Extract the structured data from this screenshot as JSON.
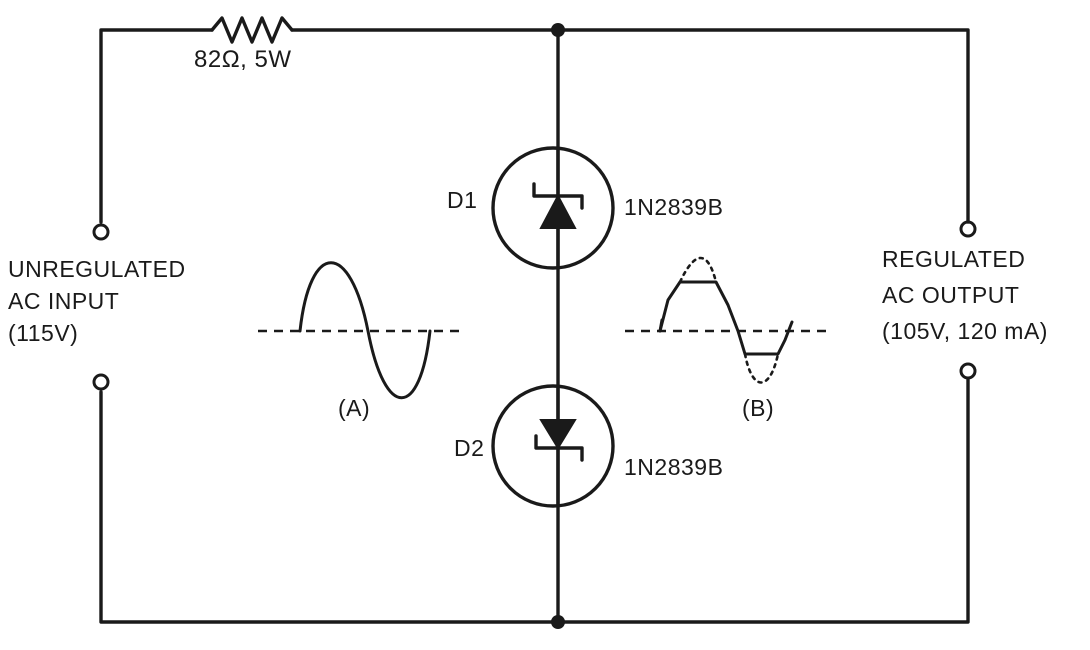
{
  "resistor": {
    "value": "82Ω, 5W"
  },
  "input": {
    "line1": "UNREGULATED",
    "line2": "AC INPUT",
    "line3": "(115V)"
  },
  "output": {
    "line1": "REGULATED",
    "line2": "AC OUTPUT",
    "line3": "(105V, 120 mA)"
  },
  "diodes": [
    {
      "ref": "D1",
      "part": "1N2839B"
    },
    {
      "ref": "D2",
      "part": "1N2839B"
    }
  ],
  "waveforms": {
    "input_label": "(A)",
    "output_label": "(B)"
  }
}
